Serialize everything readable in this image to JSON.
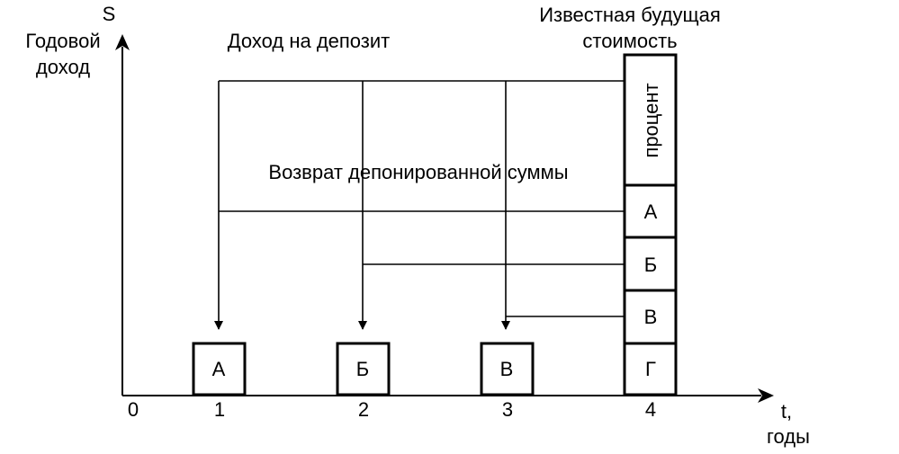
{
  "axes": {
    "y_symbol": "S",
    "y_label_line1": "Годовой",
    "y_label_line2": "доход",
    "x_symbol": "t,",
    "x_unit": "годы",
    "x_ticks": [
      "0",
      "1",
      "2",
      "3",
      "4"
    ]
  },
  "labels": {
    "deposit_income": "Доход на депозит",
    "return_deposit": "Возврат депонированной суммы",
    "future_value_line1": "Известная будущая",
    "future_value_line2": "стоимость"
  },
  "bottom_boxes": [
    "А",
    "Б",
    "В"
  ],
  "column": {
    "percent": "процент",
    "segments": [
      "А",
      "Б",
      "В",
      "Г"
    ]
  }
}
